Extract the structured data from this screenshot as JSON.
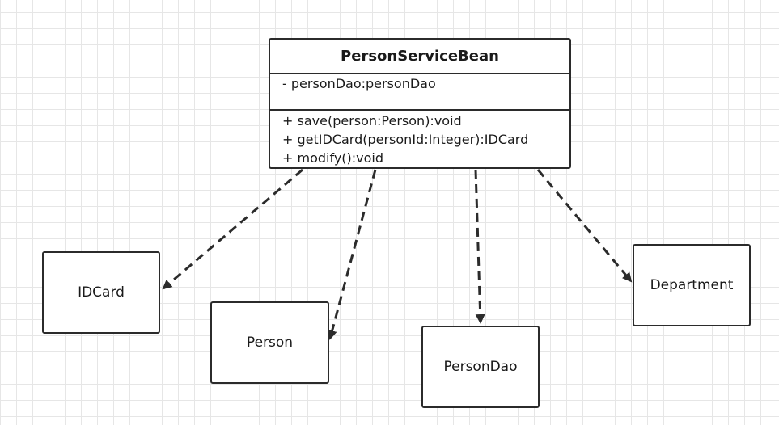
{
  "diagram": {
    "main_class": {
      "name": "PersonServiceBean",
      "attributes": [
        "- personDao:personDao"
      ],
      "methods": [
        "+ save(person:Person):void",
        "+ getIDCard(personId:Integer):IDCard",
        "+ modify():void"
      ]
    },
    "classes": [
      {
        "id": "idcard",
        "label": "IDCard"
      },
      {
        "id": "person",
        "label": "Person"
      },
      {
        "id": "persondao",
        "label": "PersonDao"
      },
      {
        "id": "department",
        "label": "Department"
      }
    ],
    "relations": [
      {
        "from": "PersonServiceBean",
        "to": "IDCard",
        "type": "dependency"
      },
      {
        "from": "PersonServiceBean",
        "to": "Person",
        "type": "dependency"
      },
      {
        "from": "PersonServiceBean",
        "to": "PersonDao",
        "type": "dependency"
      },
      {
        "from": "PersonServiceBean",
        "to": "Department",
        "type": "dependency"
      }
    ],
    "colors": {
      "stroke": "#2b2b2b",
      "grid": "#e6e6e6",
      "background": "#ffffff"
    }
  }
}
